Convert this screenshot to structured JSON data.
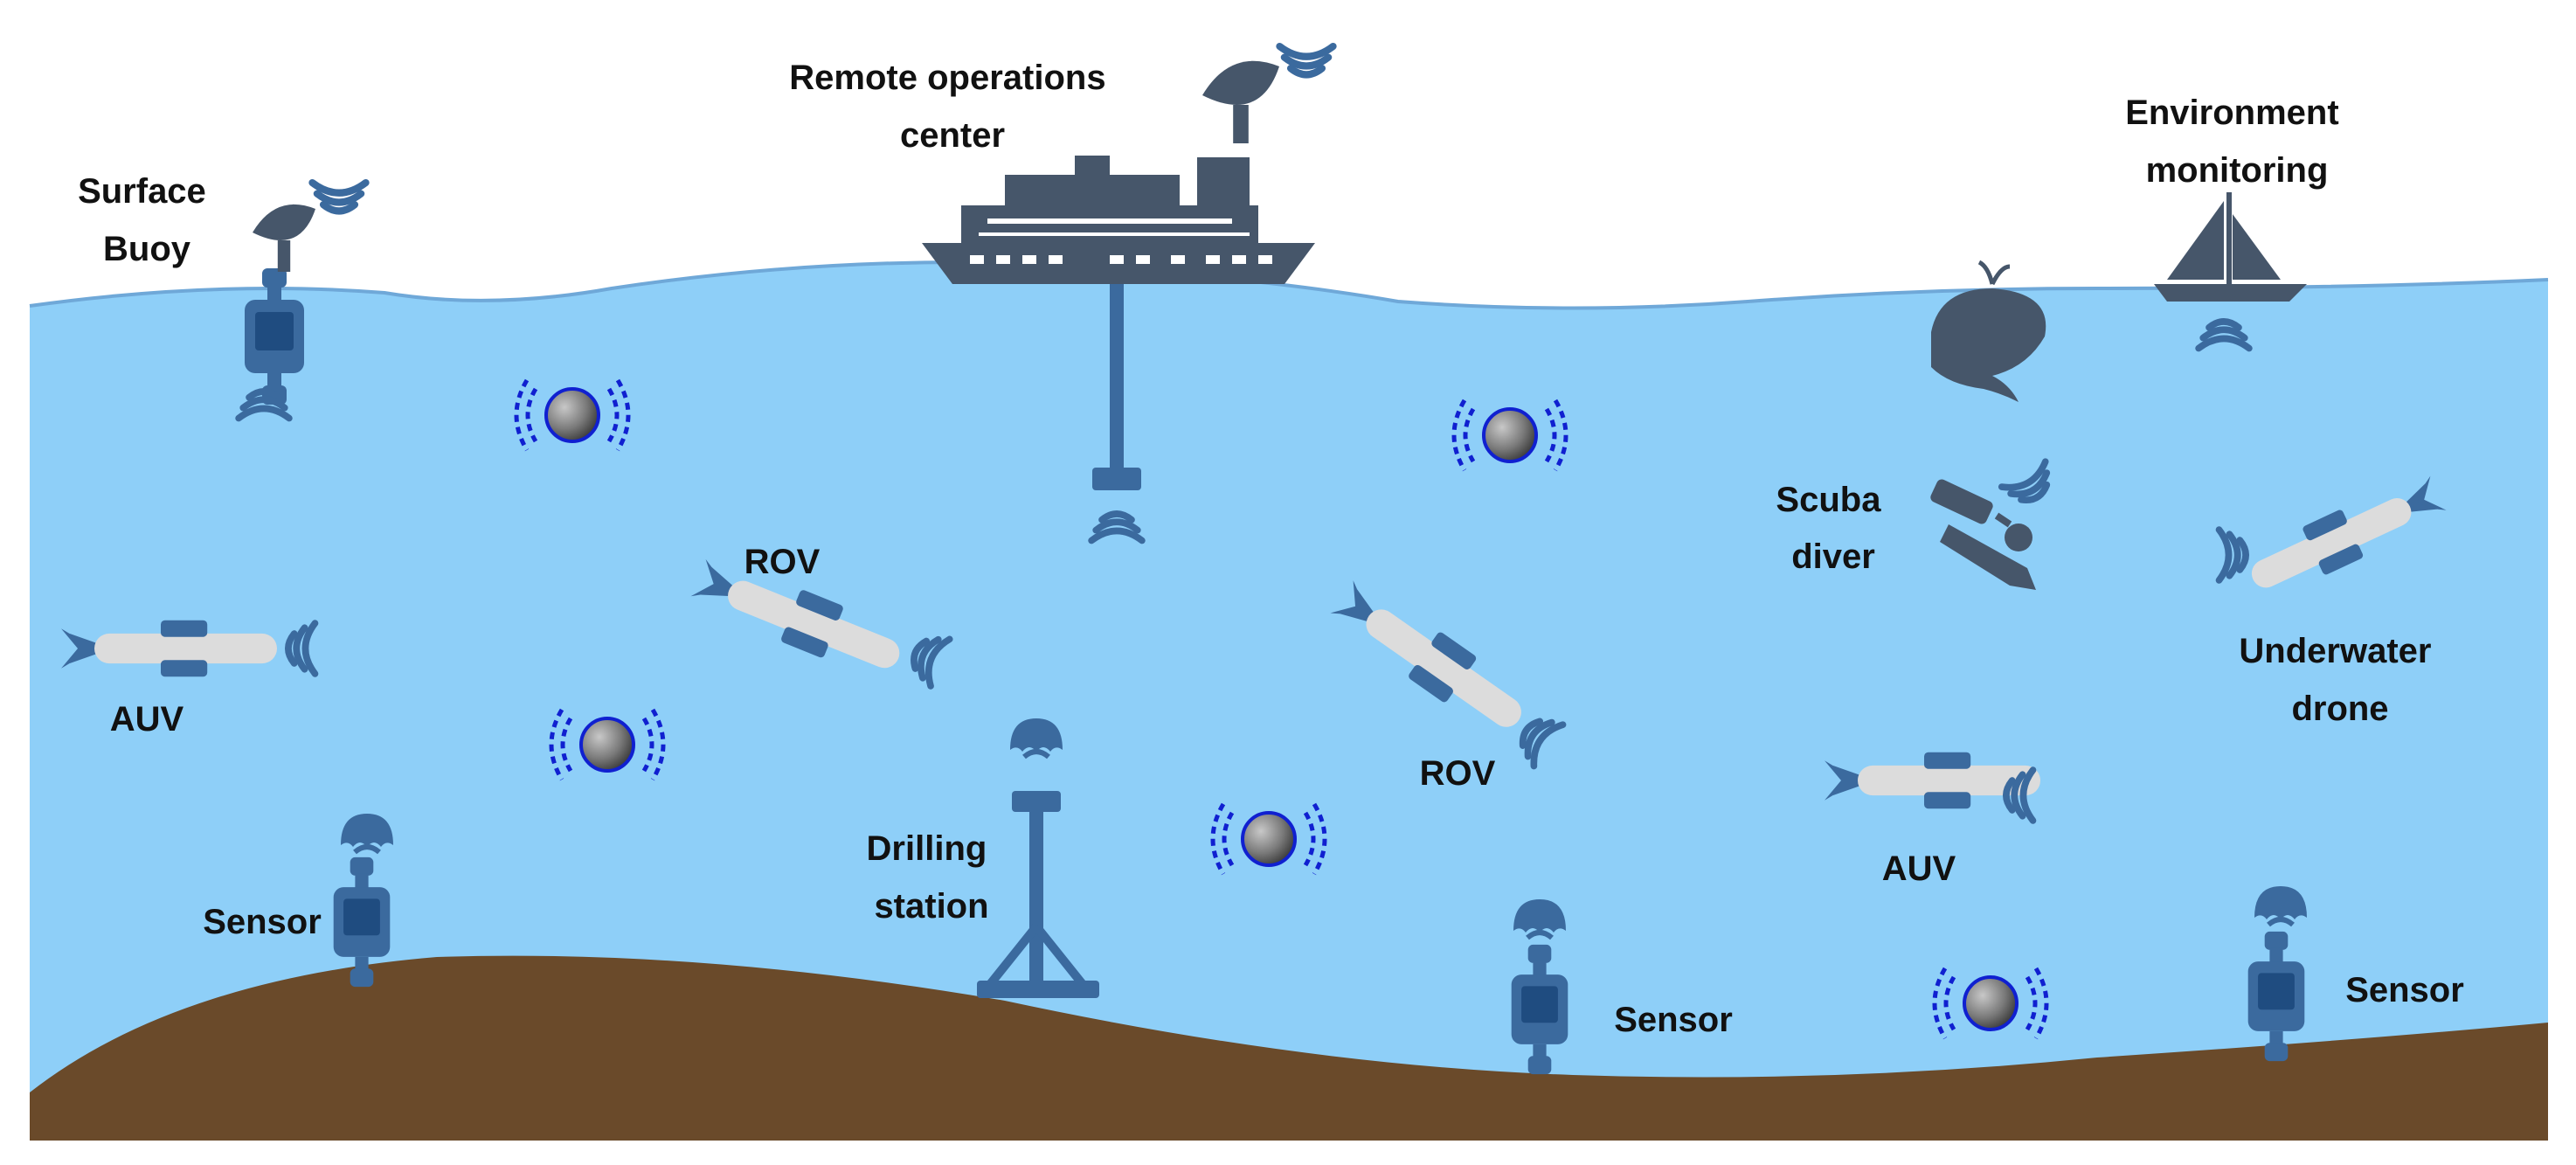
{
  "labels": {
    "surface_buoy": [
      "Surface",
      "Buoy"
    ],
    "remote_operations_center": [
      "Remote operations",
      "center"
    ],
    "environment_monitoring": [
      "Environment",
      "monitoring"
    ],
    "scuba_diver": [
      "Scuba",
      "diver"
    ],
    "underwater_drone": [
      "Underwater",
      "drone"
    ],
    "rov_1": "ROV",
    "rov_2": "ROV",
    "auv_1": "AUV",
    "auv_2": "AUV",
    "drilling_station": [
      "Drilling",
      "station"
    ],
    "sensor_1": "Sensor",
    "sensor_2": "Sensor",
    "sensor_3": "Sensor"
  },
  "colors": {
    "water": "#8ecff8",
    "seabed": "#6a4a2a",
    "equipment": "#3b6a9e",
    "equipment_dark": "#2c4f7a",
    "vessel": "#46566a",
    "vehicle_body": "#dcdcdc",
    "sensor_node": "#8a8a8a",
    "signal_arc": "#1020d0"
  },
  "icons": [
    "satellite-dish-icon",
    "signal-wave-icon",
    "ship-icon",
    "sailboat-icon",
    "whale-icon",
    "diver-icon",
    "torpedo-vehicle-icon",
    "sensor-node-icon",
    "drill-tower-icon",
    "buoy-icon"
  ]
}
